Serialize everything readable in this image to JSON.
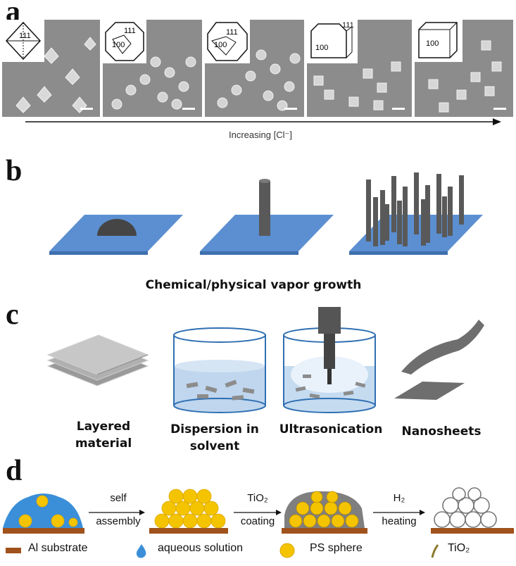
{
  "panels": {
    "a": {
      "letter": "a",
      "insets": [
        {
          "facets": [
            "111"
          ]
        },
        {
          "facets": [
            "111",
            "100"
          ]
        },
        {
          "facets": [
            "111",
            "100"
          ]
        },
        {
          "facets": [
            "111",
            "100"
          ]
        },
        {
          "facets": [
            "100"
          ]
        }
      ],
      "axis_label": "Increasing [Cl⁻]"
    },
    "b": {
      "letter": "b",
      "caption": "Chemical/physical vapor growth"
    },
    "c": {
      "letter": "c",
      "steps": [
        {
          "line1": "Layered",
          "line2": "material"
        },
        {
          "line1": "Dispersion in",
          "line2": "solvent"
        },
        {
          "line1": "Ultrasonication",
          "line2": ""
        },
        {
          "line1": "Nanosheets",
          "line2": ""
        }
      ]
    },
    "d": {
      "letter": "d",
      "arrows": [
        {
          "top": "self",
          "bottom": "assembly"
        },
        {
          "top": "TiO₂",
          "bottom": "coating"
        },
        {
          "top": "H₂",
          "bottom": "heating"
        }
      ],
      "legend": [
        {
          "label": "Al substrate"
        },
        {
          "label": "aqueous solution"
        },
        {
          "label": "PS sphere"
        },
        {
          "label": "TiO₂"
        }
      ]
    }
  },
  "colors": {
    "substrate_blue": "#5b8fd1",
    "rod_gray": "#595959",
    "al_brown": "#a0521c",
    "aqueous_blue": "#3b8fd9",
    "ps_yellow": "#f5c400",
    "tio2_olive": "#8a7a2a"
  }
}
